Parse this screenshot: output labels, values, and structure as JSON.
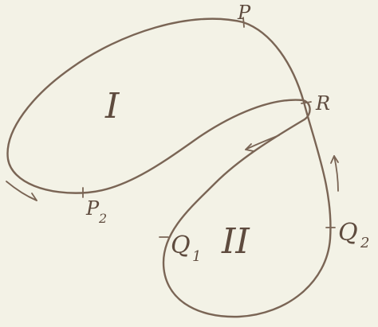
{
  "labels": {
    "P": "P",
    "R": "R",
    "P2": "P",
    "P2_sub": "2",
    "Q1": "Q",
    "Q1_sub": "1",
    "Q2": "Q",
    "Q2_sub": "2",
    "region_I": "I",
    "region_II": "II"
  },
  "colors": {
    "paper": "#f3f2e6",
    "ink": "#7a6555"
  }
}
